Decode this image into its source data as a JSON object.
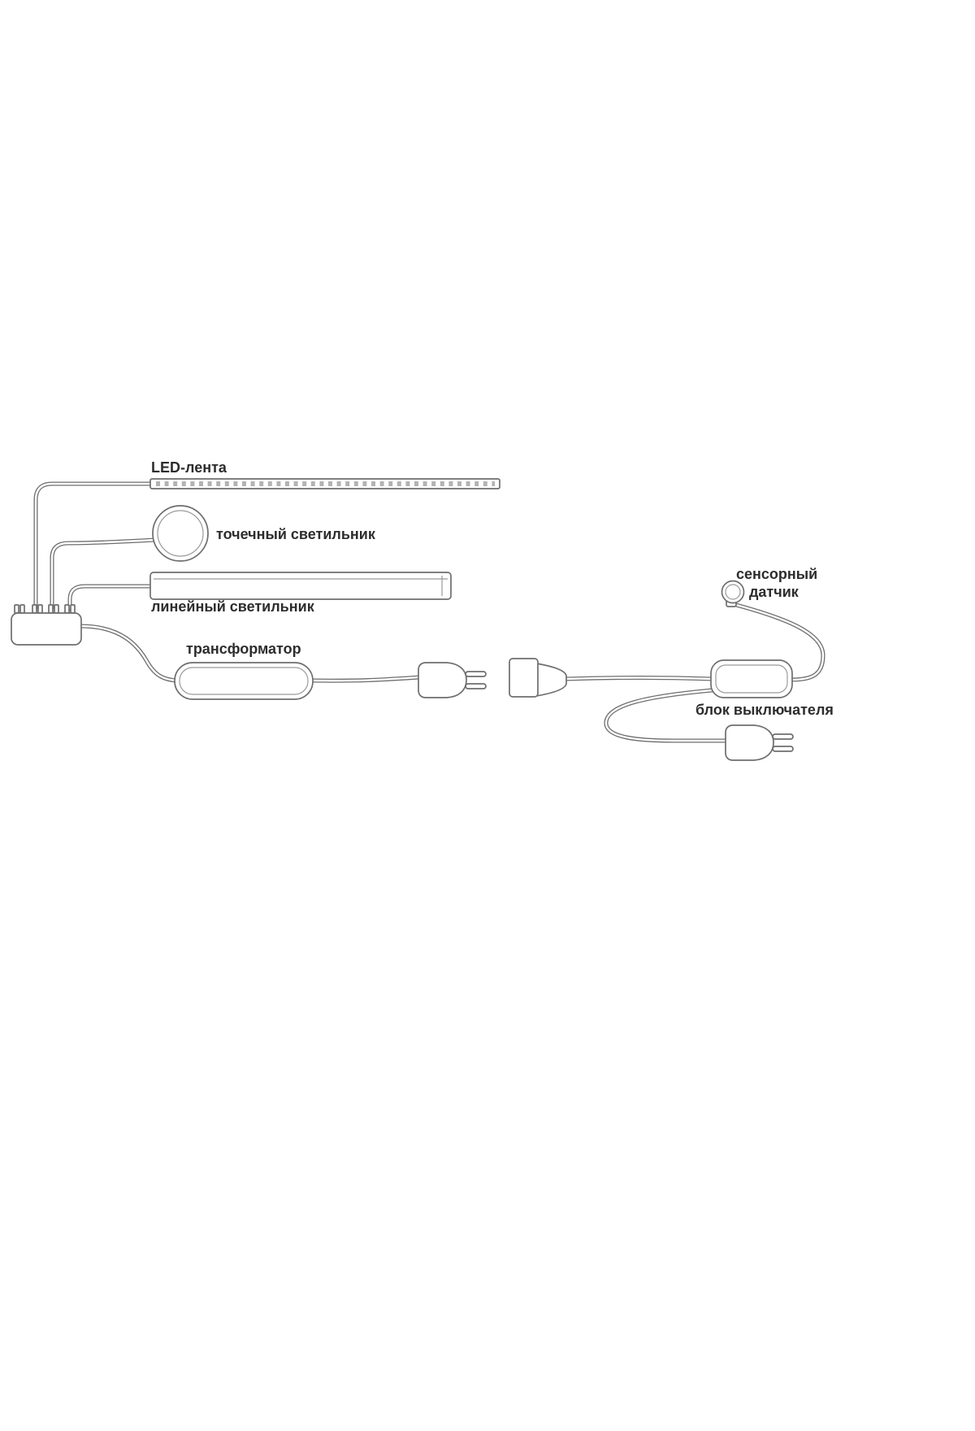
{
  "diagram": {
    "title": "led-lighting-kit-wiring-diagram",
    "labels": {
      "led_strip": "LED-лента",
      "spot_light": "точечный светильник",
      "linear_light": "линейный светильник",
      "transformer": "трансформатор",
      "sensor_line1": "сенсорный",
      "sensor_line2": "датчик",
      "switch_block": "блок выключателя"
    },
    "colors": {
      "line": "#6e6e6e",
      "line_light": "#9a9a9a",
      "text": "#2d2d2d",
      "background": "#ffffff"
    }
  }
}
